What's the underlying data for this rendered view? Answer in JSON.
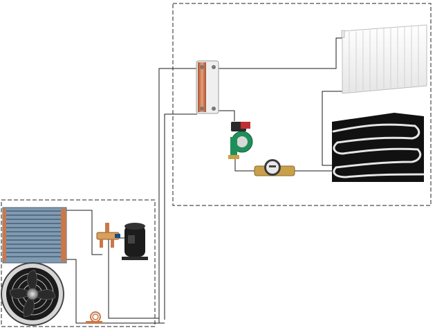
{
  "diagram": {
    "groups": [
      {
        "id": "outdoor-unit",
        "border": "dashed"
      },
      {
        "id": "indoor-unit",
        "border": "dashed"
      }
    ],
    "components": [
      "condenser-coil",
      "axial-fan",
      "four-way-valve",
      "scroll-compressor",
      "expansion-capillary",
      "plate-heat-exchanger",
      "circulation-pump",
      "water-meter",
      "panel-radiator",
      "underfloor-heating-loop"
    ],
    "colors": {
      "line": "#1a1a1a",
      "copper": "#c9784a",
      "radiator": "#f3f3f3",
      "pump": "#1f8f5a",
      "floor": "#111111",
      "pipe_loop": "#e6e6e6"
    }
  }
}
